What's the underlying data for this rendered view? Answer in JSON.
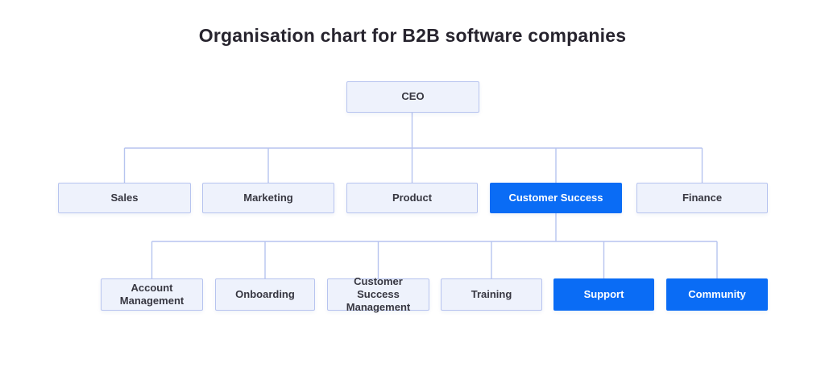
{
  "title": "Organisation chart for B2B software companies",
  "colors": {
    "accent": "#0a6cf5",
    "node_fill": "#eef2fc",
    "node_border": "#b7c4ef",
    "connector_line": "#b7c4ef",
    "title_text": "#27242e",
    "node_text": "#373741",
    "accent_node_text": "#ffffff",
    "background": "#ffffff"
  },
  "org": {
    "root": {
      "label": "CEO",
      "highlighted": false
    },
    "departments": [
      {
        "label": "Sales",
        "highlighted": false
      },
      {
        "label": "Marketing",
        "highlighted": false
      },
      {
        "label": "Product",
        "highlighted": false
      },
      {
        "label": "Customer Success",
        "highlighted": true,
        "children": [
          {
            "label": "Account Management",
            "highlighted": false
          },
          {
            "label": "Onboarding",
            "highlighted": false
          },
          {
            "label": "Customer Success Management",
            "highlighted": false
          },
          {
            "label": "Training",
            "highlighted": false
          },
          {
            "label": "Support",
            "highlighted": true
          },
          {
            "label": "Community",
            "highlighted": true
          }
        ]
      },
      {
        "label": "Finance",
        "highlighted": false
      }
    ]
  }
}
